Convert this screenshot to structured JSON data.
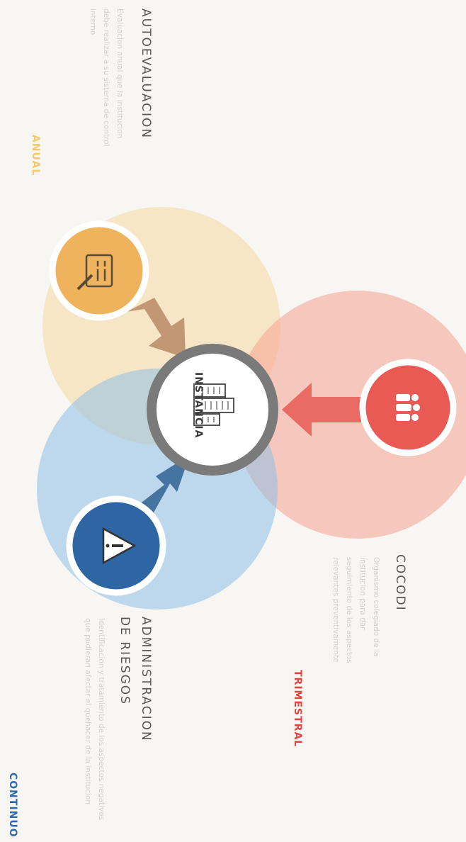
{
  "center": {
    "label": "INSTANCIA",
    "icon": "building-icon"
  },
  "nodes": [
    {
      "id": "autoevaluacion",
      "title": "AUTOEVALUACION",
      "description": "Evaluacion anual que la institucion debe realizar a su sistema de control interno",
      "frequency": "ANUAL",
      "color": "#f2b45a",
      "icon": "checklist-pencil-icon"
    },
    {
      "id": "cocodi",
      "title": "COCODI",
      "description": "Organismo colegiado de la institucion para dar seguimiento de los aspectos relevantes preventivamente",
      "frequency": "TRIMESTRAL",
      "color": "#ec5a5a",
      "icon": "people-group-icon"
    },
    {
      "id": "administracion-riesgos",
      "title_line1": "ADMINISTRACION",
      "title_line2": "DE RIESGOS",
      "description": "Identificacion y tratamiento de los aspectos negativos que pudieran afectar el quehacer de la institucion",
      "frequency": "CONTINUO",
      "color": "#2f6aa8",
      "icon": "warning-triangle-icon"
    }
  ],
  "colors": {
    "anual": "#f3c96b",
    "trimestral": "#e0453f",
    "continuo": "#2f6aa8",
    "yellow_bg": "#fbe7c6",
    "red_bg": "#f7b7a8",
    "blue_bg": "#a8cdea",
    "center_ring": "#777777"
  }
}
